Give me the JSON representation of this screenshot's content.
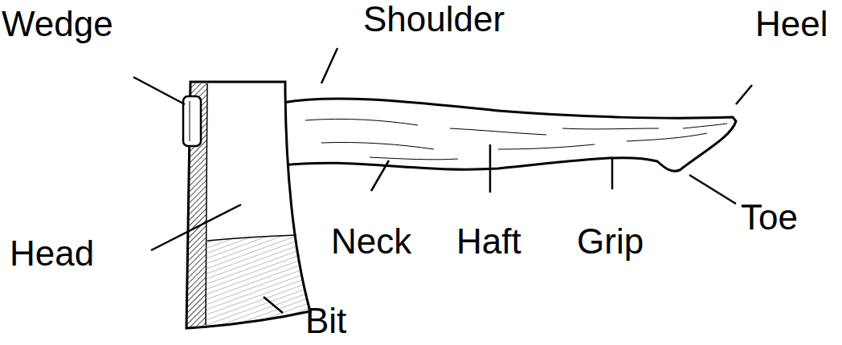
{
  "diagram": {
    "labels": [
      "Wedge",
      "Shoulder",
      "Heel",
      "Head",
      "Neck",
      "Haft",
      "Grip",
      "Toe",
      "Bit"
    ]
  }
}
